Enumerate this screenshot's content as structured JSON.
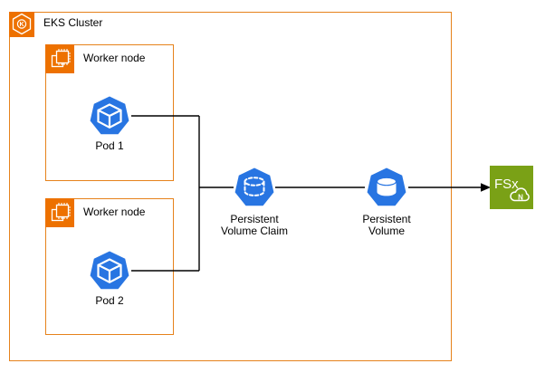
{
  "cluster": {
    "label": "EKS Cluster",
    "icon": "eks-icon",
    "letter": "K"
  },
  "worker_nodes": [
    {
      "label": "Worker node",
      "icon": "compute-chip-icon",
      "pod_label": "Pod 1",
      "pod_icon": "kubernetes-pod-icon"
    },
    {
      "label": "Worker node",
      "icon": "compute-chip-icon",
      "pod_label": "Pod 2",
      "pod_icon": "kubernetes-pod-icon"
    }
  ],
  "pvc": {
    "line1": "Persistent",
    "line2": "Volume Claim",
    "icon": "persistent-volume-claim-icon"
  },
  "pv": {
    "line1": "Persistent",
    "line2": "Volume",
    "icon": "persistent-volume-icon"
  },
  "fsx": {
    "text": "FSx",
    "badge": "N",
    "icon": "fsx-for-netapp-ontap-icon"
  },
  "connections": [
    "Pod 1 - Persistent Volume Claim",
    "Pod 2 - Persistent Volume Claim",
    "Persistent Volume Claim - Persistent Volume",
    "Persistent Volume -> FSx (arrow)"
  ],
  "colors": {
    "icon_orange": "#ED7100",
    "border_orange": "#E6821B",
    "pod_blue": "#2875E2",
    "fsx_green": "#7AA116",
    "connector_black": "#000000",
    "background": "#FFFFFF",
    "text": "#000000"
  }
}
